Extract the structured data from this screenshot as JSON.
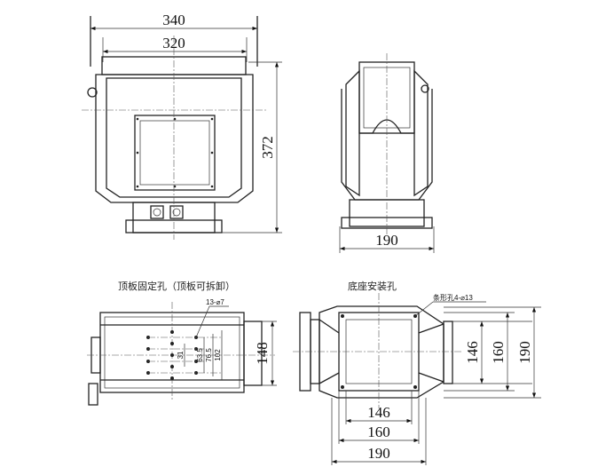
{
  "front_view": {
    "width_outer": "340",
    "width_inner": "320",
    "height": "372"
  },
  "side_view": {
    "base_width": "190"
  },
  "top_view": {
    "title": "顶板固定孔（顶板可拆卸）",
    "hole_callout": "13-⌀7",
    "dims": [
      "31",
      "63.5",
      "76.5",
      "102"
    ],
    "width": "148"
  },
  "base_view": {
    "title": "底座安装孔",
    "slot_callout": "条形孔4-⌀13",
    "vertical_dims": [
      "146",
      "160",
      "190"
    ],
    "horizontal_dims": [
      "146",
      "160",
      "190"
    ]
  }
}
